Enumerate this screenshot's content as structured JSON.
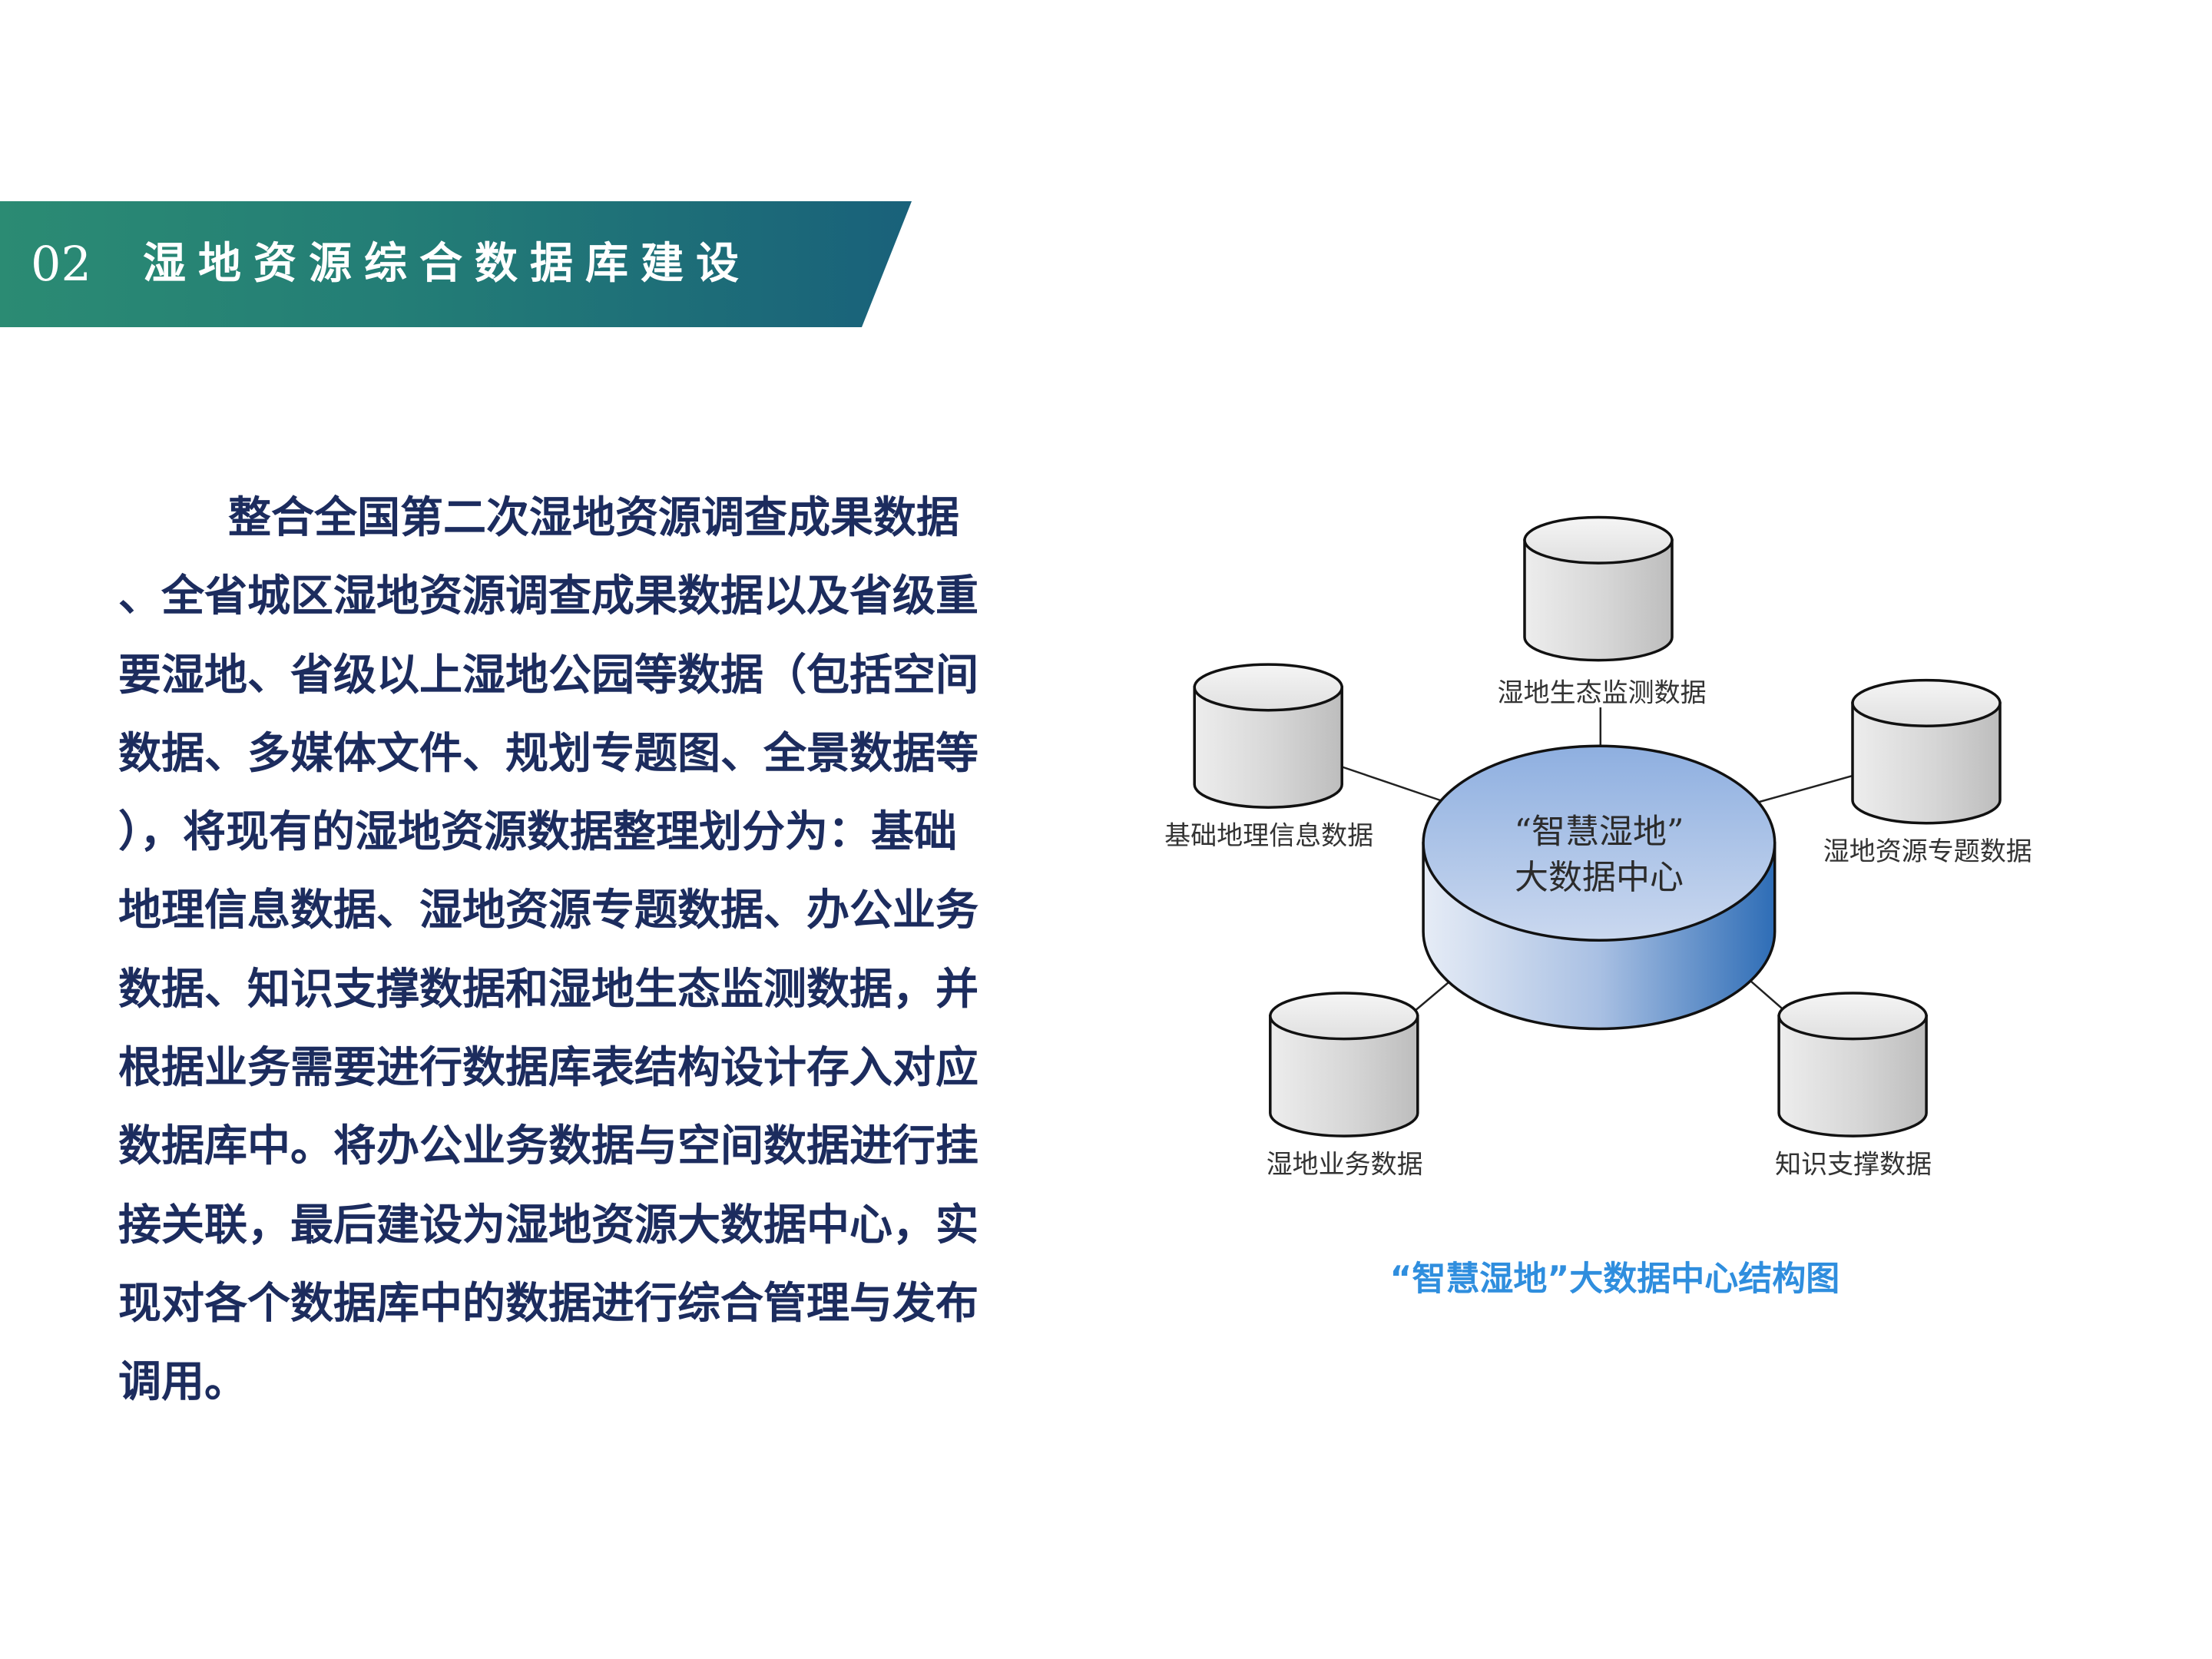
{
  "header": {
    "number": "02",
    "title": "湿地资源综合数据库建设"
  },
  "body": {
    "lines": [
      "整合全国第二次湿地资源调查成果数据",
      "、全省城区湿地资源调查成果数据以及省级重",
      "要湿地、省级以上湿地公园等数据（包括空间",
      "数据、多媒体文件、规划专题图、全景数据等",
      "），将现有的湿地资源数据整理划分为：基础",
      "地理信息数据、湿地资源专题数据、办公业务",
      "数据、知识支撑数据和湿地生态监测数据，并",
      "根据业务需要进行数据库表结构设计存入对应",
      "数据库中。将办公业务数据与空间数据进行挂",
      "接关联，最后建设为湿地资源大数据中心，实",
      "现对各个数据库中的数据进行综合管理与发布",
      "调用。"
    ]
  },
  "diagram": {
    "hub": {
      "line1": "“智慧湿地”",
      "line2": "大数据中心"
    },
    "nodes": {
      "top": "湿地生态监测数据",
      "left": "基础地理信息数据",
      "right": "湿地资源专题数据",
      "bottom_left": "湿地业务数据",
      "bottom_right": "知识支撑数据"
    },
    "caption": "“智慧湿地”大数据中心结构图"
  },
  "colors": {
    "banner_start": "#2b8b73",
    "banner_end": "#19617a",
    "body_text": "#1c2c5e",
    "hub_blue": "#2e6db6",
    "database_gray": "#c2c2c2",
    "caption": "#2f8ede"
  }
}
